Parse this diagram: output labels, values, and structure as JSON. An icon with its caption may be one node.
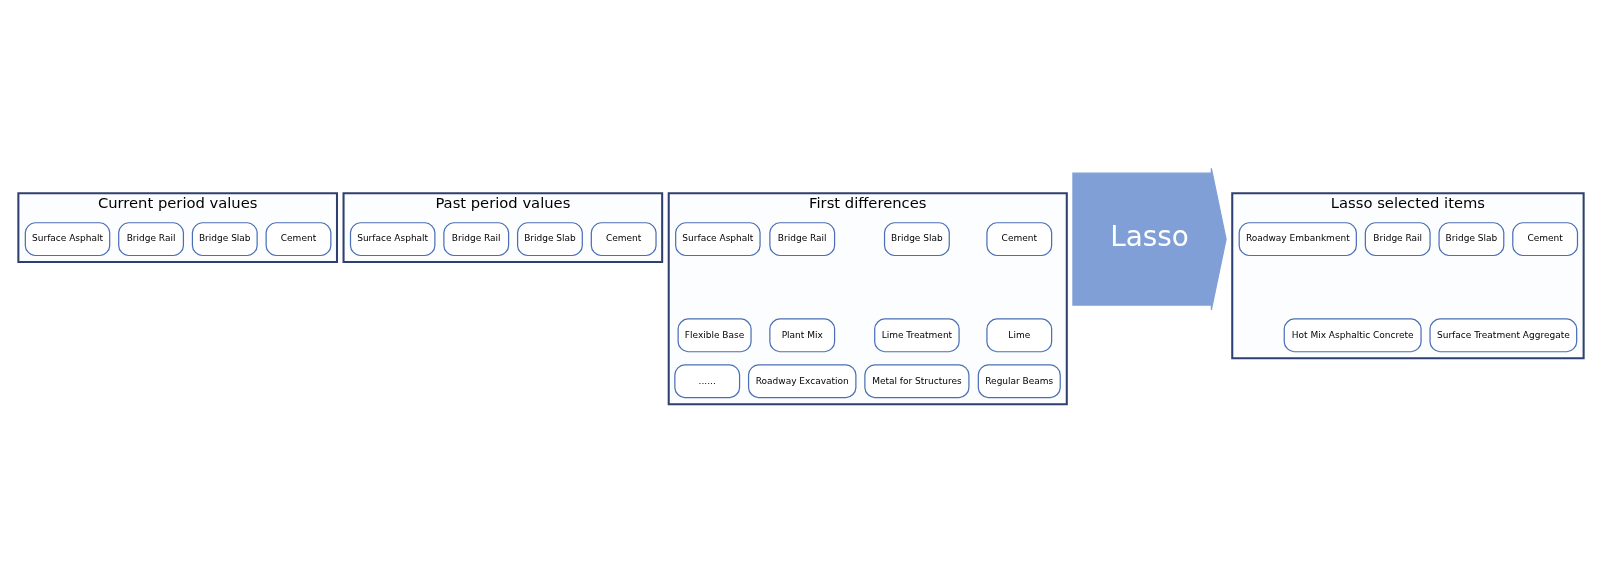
{
  "diagram": {
    "nodes": [
      {
        "text": [
          "Current period values"
        ]
      },
      {
        "text": [
          "Cement"
        ],
        "in": 0
      },
      {
        "text": [
          "Bridge Slab"
        ],
        "in": 0
      },
      {
        "text": [
          "Bridge Rail"
        ],
        "in": 0
      },
      {
        "text": [
          "Surface Asphalt"
        ],
        "in": 0
      },
      {
        "text": [
          "Past period values"
        ]
      },
      {
        "text": [
          "Cement"
        ],
        "in": 5
      },
      {
        "text": [
          "Bridge Slab"
        ],
        "in": 5
      },
      {
        "text": [
          "Bridge Rail"
        ],
        "in": 5
      },
      {
        "text": [
          "Surface Asphalt"
        ],
        "in": 5
      },
      {
        "text": [
          "First differences"
        ]
      },
      {
        "text": [
          "Cement"
        ],
        "in": 10
      },
      {
        "text": [
          "Bridge Slab"
        ],
        "in": 10
      },
      {
        "text": [
          "Bridge Rail"
        ],
        "in": 10
      },
      {
        "text": [
          "Surface Asphalt"
        ],
        "in": 10
      },
      {
        "text": [
          "Lime"
        ],
        "in": 10
      },
      {
        "text": [
          "Lime Treatment"
        ],
        "in": 10
      },
      {
        "text": [
          "Plant Mix"
        ],
        "in": 10
      },
      {
        "text": [
          "Flexible Base"
        ],
        "in": 10
      },
      {
        "text": [
          "Regular Beams"
        ],
        "in": 10
      },
      {
        "text": [
          "Metal for Structures"
        ],
        "in": 10
      },
      {
        "text": [
          "Roadway Excavation"
        ],
        "in": 10
      },
      {
        "text": [
          "......"
        ],
        "in": 10
      },
      {
        "text": [
          "Lasso"
        ]
      },
      {
        "text": [
          "Lasso selected items"
        ]
      },
      {
        "text": [
          "Cement"
        ],
        "in": 24
      },
      {
        "text": [
          "Bridge Slab"
        ],
        "in": 24
      },
      {
        "text": [
          "Bridge Rail"
        ],
        "in": 24
      },
      {
        "text": [
          "Roadway Embankment"
        ],
        "in": 24
      },
      {
        "text": [
          "Surface Treatment Aggregate"
        ],
        "in": 24
      },
      {
        "text": [
          "Hot Mix Asphaltic Concrete"
        ],
        "in": 24
      }
    ]
  }
}
